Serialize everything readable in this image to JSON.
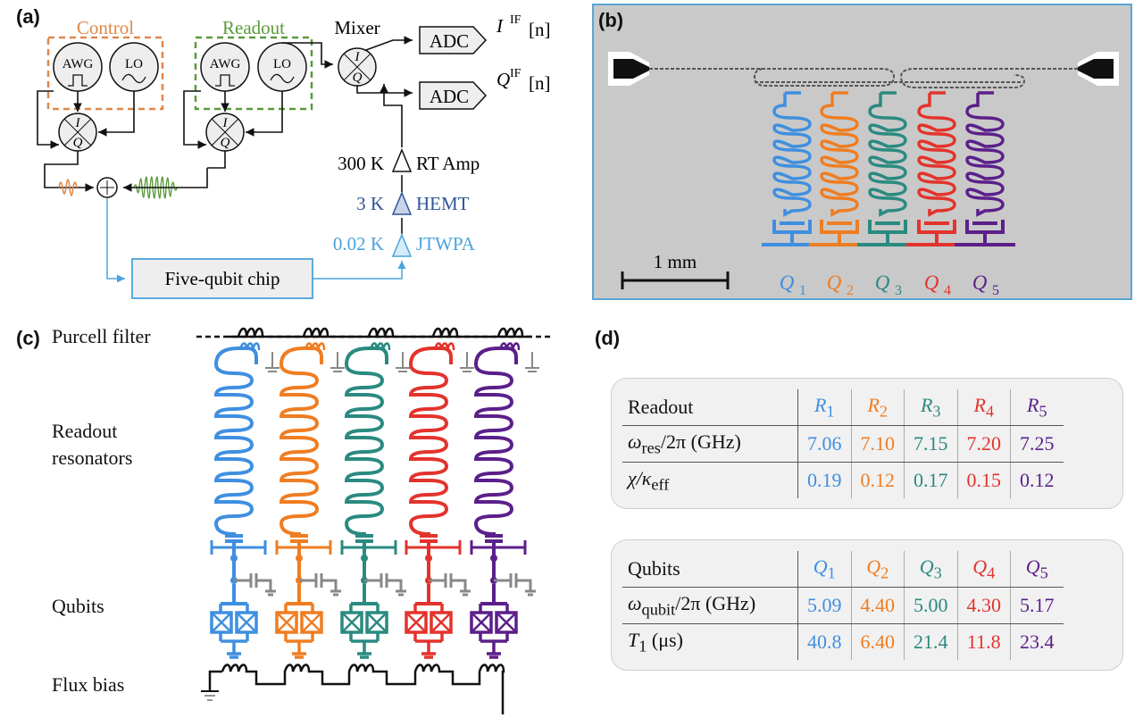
{
  "colors": {
    "q1": "#3f8fe0",
    "q2": "#ef7d22",
    "q3": "#2a8a80",
    "q4": "#e3332c",
    "q5": "#5b1f8a",
    "control": "#e0874a",
    "readout": "#5b9a3a",
    "hemt": "#2f5597",
    "jtwpa": "#4aa3dc"
  },
  "panels": {
    "a": "(a)",
    "b": "(b)",
    "c": "(c)",
    "d": "(d)"
  },
  "panel_a": {
    "control": "Control",
    "readout": "Readout",
    "awg": "AWG",
    "lo": "LO",
    "mixer": "Mixer",
    "adc": "ADC",
    "i_out": "I",
    "q_out": "Q",
    "if_sup": "IF",
    "n_arg": "[n]",
    "iq_i": "I",
    "iq_q": "Q",
    "rt_temp": "300 K",
    "rt_amp": "RT Amp",
    "hemt_temp": "3 K",
    "hemt": "HEMT",
    "jtwpa_temp": "0.02 K",
    "jtwpa": "JTWPA",
    "chip": "Five-qubit chip"
  },
  "panel_b": {
    "scale": "1 mm",
    "qubits": [
      {
        "sym": "Q",
        "sub": "1"
      },
      {
        "sym": "Q",
        "sub": "2"
      },
      {
        "sym": "Q",
        "sub": "3"
      },
      {
        "sym": "Q",
        "sub": "4"
      },
      {
        "sym": "Q",
        "sub": "5"
      }
    ]
  },
  "panel_c": {
    "purcell": "Purcell filter",
    "resonators_1": "Readout",
    "resonators_2": "resonators",
    "qubits": "Qubits",
    "flux": "Flux bias"
  },
  "panel_d": {
    "readout_table": {
      "header": "Readout",
      "cols": [
        {
          "sym": "R",
          "sub": "1"
        },
        {
          "sym": "R",
          "sub": "2"
        },
        {
          "sym": "R",
          "sub": "3"
        },
        {
          "sym": "R",
          "sub": "4"
        },
        {
          "sym": "R",
          "sub": "5"
        }
      ],
      "row1_label": {
        "sym": "ω",
        "sub": "res",
        "rest": "/2π (GHz)"
      },
      "row1": [
        "7.06",
        "7.10",
        "7.15",
        "7.20",
        "7.25"
      ],
      "row2_label": {
        "sym": "χ/κ",
        "sub": "eff"
      },
      "row2": [
        "0.19",
        "0.12",
        "0.17",
        "0.15",
        "0.12"
      ]
    },
    "qubit_table": {
      "header": "Qubits",
      "cols": [
        {
          "sym": "Q",
          "sub": "1"
        },
        {
          "sym": "Q",
          "sub": "2"
        },
        {
          "sym": "Q",
          "sub": "3"
        },
        {
          "sym": "Q",
          "sub": "4"
        },
        {
          "sym": "Q",
          "sub": "5"
        }
      ],
      "row1_label": {
        "sym": "ω",
        "sub": "qubit",
        "rest": "/2π (GHz)"
      },
      "row1": [
        "5.09",
        "4.40",
        "5.00",
        "4.30",
        "5.17"
      ],
      "row2_label": {
        "sym": "T",
        "sub": "1",
        "rest": " (μs)"
      },
      "row2": [
        "40.8",
        "6.40",
        "21.4",
        "11.8",
        "23.4"
      ]
    }
  }
}
